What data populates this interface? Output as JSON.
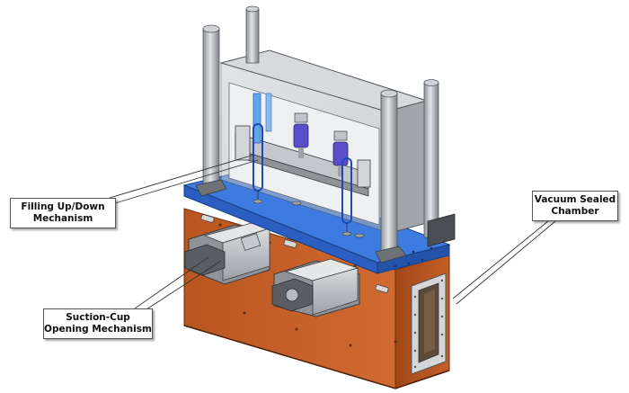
{
  "callouts": {
    "filling": {
      "line1": "Filling Up/Down",
      "line2": "Mechanism"
    },
    "vacuum": {
      "line1": "Vacuum Sealed",
      "line2": "Chamber"
    },
    "suction": {
      "line1": "Suction-Cup",
      "line2": "Opening Mechanism"
    }
  },
  "colors": {
    "chamber_orange": "#C8622A",
    "plate_blue": "#2F6BD0",
    "housing_grey": "#B9BDC2",
    "frame_dark": "#5A5E63",
    "cylinder_purple": "#5B4FC9"
  }
}
